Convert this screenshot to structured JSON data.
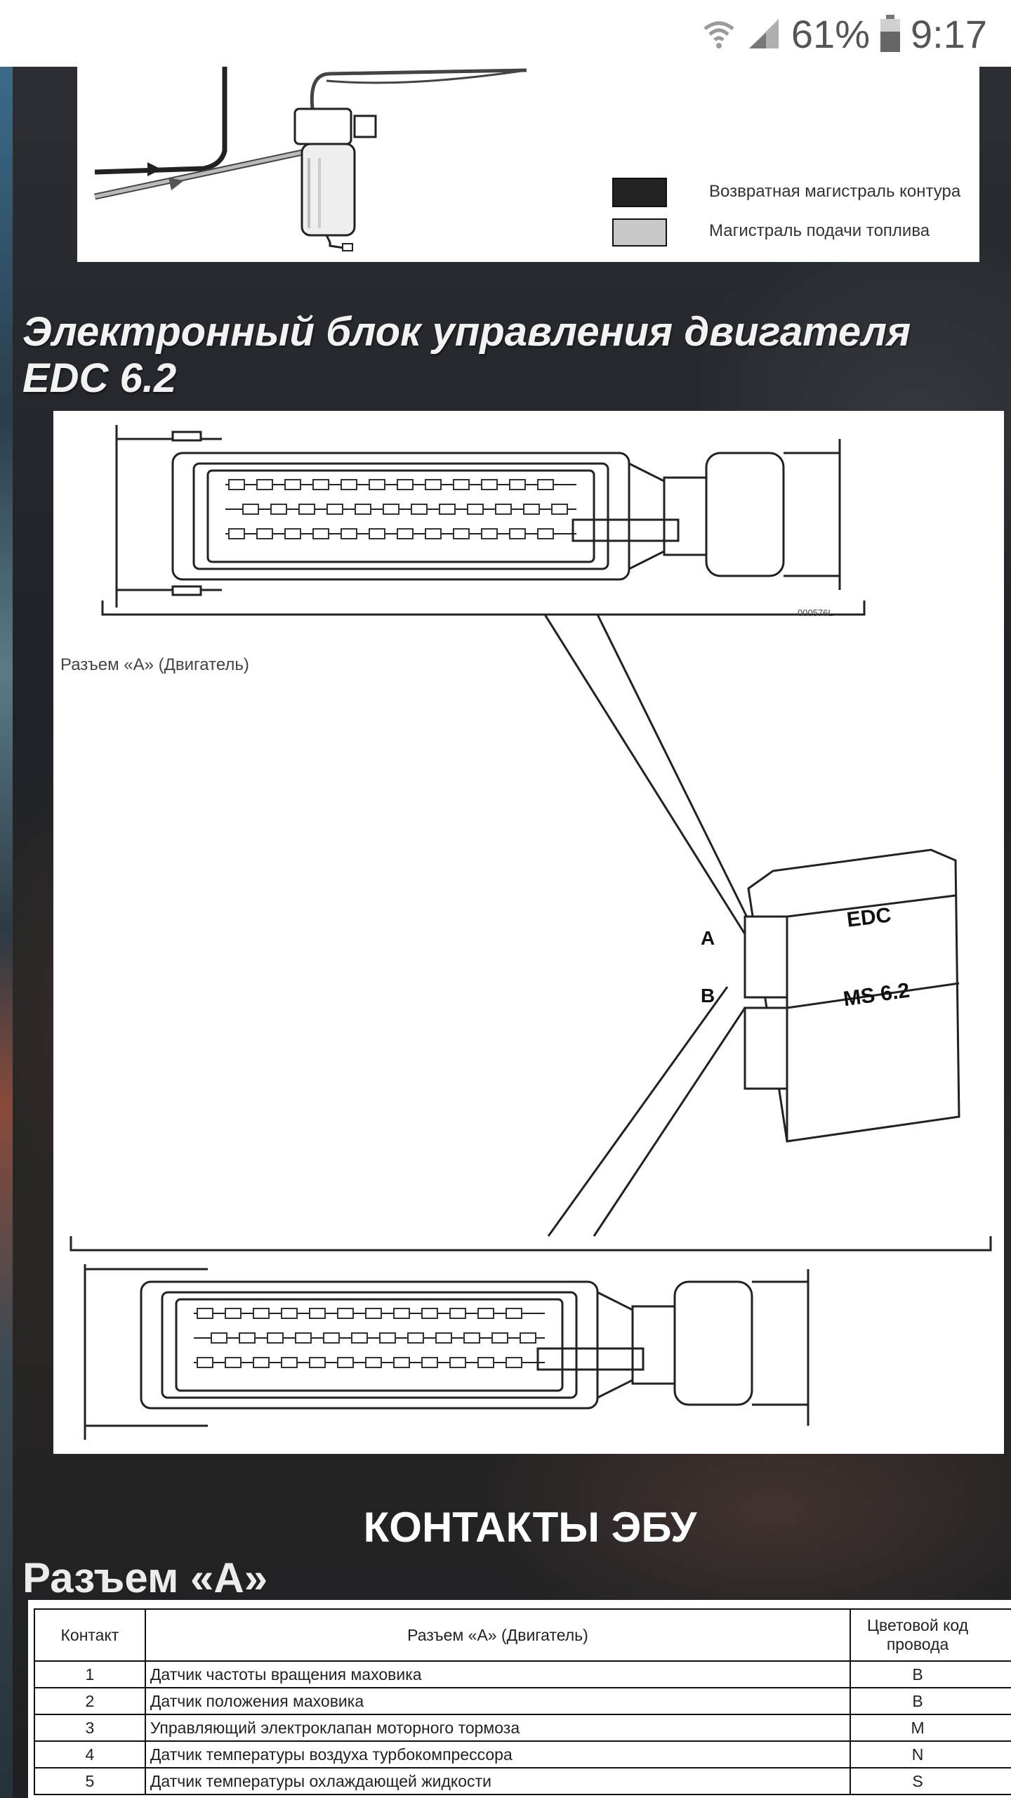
{
  "status_bar": {
    "battery_percent": "61%",
    "time": "9:17",
    "icons": [
      "wifi-icon",
      "signal-icon",
      "battery-icon"
    ]
  },
  "fuel_legend": {
    "items": [
      {
        "label": "Возвратная магистраль контура",
        "color": "#222222"
      },
      {
        "label": "Магистраль подачи топлива",
        "color": "#c8c8c8"
      }
    ]
  },
  "section_title": "Электронный блок управления двигателя EDC 6.2",
  "ecu_diagram": {
    "connector_caption": "Разъем «А» (Двигатель)",
    "drawing_code": "000576L",
    "ecu_label_top": "EDC",
    "ecu_label_bottom": "MS 6.2",
    "port_a": "A",
    "port_b": "B"
  },
  "contacts_heading": "КОНТАКТЫ ЭБУ",
  "connector_heading": "Разъем «А»",
  "pin_table": {
    "headers": [
      "Контакт",
      "Разъем «А» (Двигатель)",
      "Цветовой код провода"
    ],
    "rows": [
      {
        "pin": "1",
        "description": "Датчик частоты вращения маховика",
        "code": "B"
      },
      {
        "pin": "2",
        "description": "Датчик положения маховика",
        "code": "B"
      },
      {
        "pin": "3",
        "description": "Управляющий электроклапан моторного тормоза",
        "code": "M"
      },
      {
        "pin": "4",
        "description": "Датчик температуры воздуха турбокомпрессора",
        "code": "N"
      },
      {
        "pin": "5",
        "description": "Датчик температуры охлаждающей жидкости",
        "code": "S"
      }
    ]
  }
}
